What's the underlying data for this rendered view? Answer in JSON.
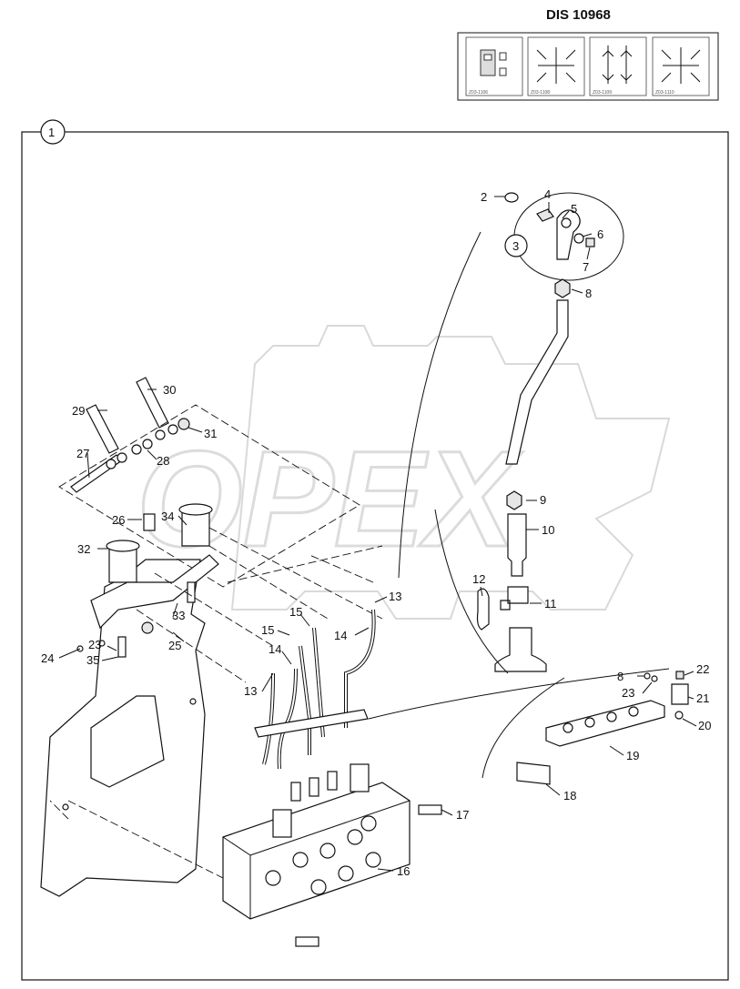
{
  "header": {
    "dis_title": "DIS 10968",
    "decal_panels": [
      {
        "caption": "Z03-1106"
      },
      {
        "caption": "Z03-1108"
      },
      {
        "caption": "Z03-1109"
      },
      {
        "caption": "Z03-1110"
      }
    ]
  },
  "diagram": {
    "frame_callout": "1",
    "inset_callout": "3",
    "watermark": "OPEX",
    "part_labels": [
      "2",
      "4",
      "5",
      "6",
      "7",
      "8",
      "9",
      "10",
      "11",
      "12",
      "13",
      "13",
      "14",
      "14",
      "15",
      "15",
      "16",
      "17",
      "18",
      "19",
      "20",
      "21",
      "22",
      "23",
      "23",
      "24",
      "25",
      "26",
      "27",
      "28",
      "29",
      "30",
      "31",
      "32",
      "33",
      "34",
      "35",
      "8"
    ]
  }
}
